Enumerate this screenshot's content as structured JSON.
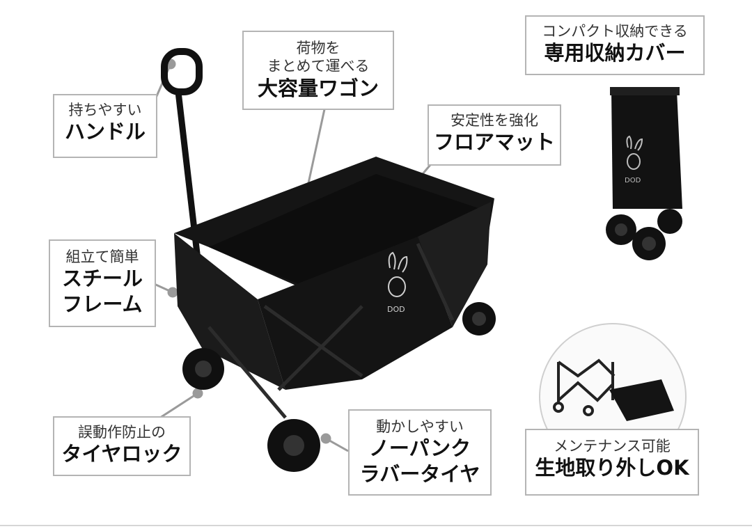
{
  "callouts": {
    "handle": {
      "line1": "持ちやすい",
      "line2": "ハンドル"
    },
    "capacity": {
      "line1": "荷物を",
      "line2": "まとめて運べる",
      "line3": "大容量ワゴン"
    },
    "floor_mat": {
      "line1": "安定性を強化",
      "line2": "フロアマット"
    },
    "storage_cover": {
      "line1": "コンパクト収納できる",
      "line2": "専用収納カバー"
    },
    "frame": {
      "line1": "組立て簡単",
      "line2": "スチール",
      "line3": "フレーム"
    },
    "tire_lock": {
      "line1": "誤動作防止の",
      "line2": "タイヤロック"
    },
    "tires": {
      "line1": "動かしやすい",
      "line2": "ノーパンク",
      "line3": "ラバータイヤ"
    },
    "maintenance": {
      "line1": "メンテナンス可能",
      "line2": "生地取り外しOK"
    }
  },
  "brand": {
    "logo_text": "DOD"
  },
  "colors": {
    "callout_border": "#b4b4b4",
    "product": "#111111",
    "leader_line": "#9a9a9a"
  }
}
